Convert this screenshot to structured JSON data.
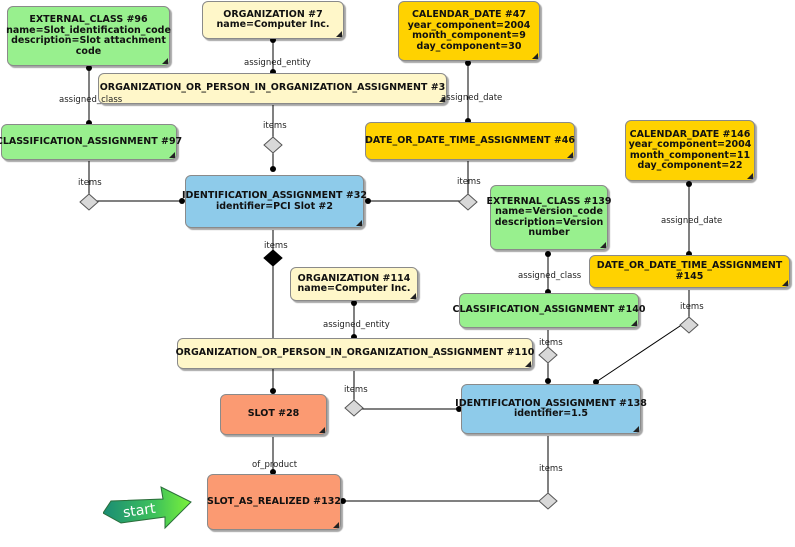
{
  "nodes": {
    "n1": {
      "lines": [
        "EXTERNAL_CLASS #96",
        "name=Slot_identification_code",
        "description=Slot attachment",
        "code"
      ],
      "color": "#98f08e"
    },
    "n2": {
      "lines": [
        "ORGANIZATION #7",
        "name=Computer Inc."
      ],
      "color": "#fff7c9"
    },
    "n3": {
      "lines": [
        "CALENDAR_DATE #47",
        "year_component=2004",
        "month_component=9",
        "day_component=30"
      ],
      "color": "#ffd200"
    },
    "n4": {
      "lines": [
        "ORGANIZATION_OR_PERSON_IN_ORGANIZATION_ASSIGNMENT #3"
      ],
      "color": "#fff7c9"
    },
    "n5": {
      "lines": [
        "CLASSIFICATION_ASSIGNMENT #97"
      ],
      "color": "#98f08e"
    },
    "n6": {
      "lines": [
        "DATE_OR_DATE_TIME_ASSIGNMENT #46"
      ],
      "color": "#ffd200"
    },
    "n7": {
      "lines": [
        "CALENDAR_DATE #146",
        "year_component=2004",
        "month_component=11",
        "day_component=22"
      ],
      "color": "#ffd200"
    },
    "n8": {
      "lines": [
        "IDENTIFICATION_ASSIGNMENT #32",
        "identifier=PCI Slot #2"
      ],
      "color": "#8ecbea"
    },
    "n9": {
      "lines": [
        "EXTERNAL_CLASS #139",
        "name=Version_code",
        "description=Version",
        "number"
      ],
      "color": "#98f08e"
    },
    "n10": {
      "lines": [
        "ORGANIZATION #114",
        "name=Computer Inc."
      ],
      "color": "#fff7c9"
    },
    "n11": {
      "lines": [
        "DATE_OR_DATE_TIME_ASSIGNMENT",
        "#145"
      ],
      "color": "#ffd200"
    },
    "n12": {
      "lines": [
        "CLASSIFICATION_ASSIGNMENT #140"
      ],
      "color": "#98f08e"
    },
    "n13": {
      "lines": [
        "ORGANIZATION_OR_PERSON_IN_ORGANIZATION_ASSIGNMENT #110"
      ],
      "color": "#fff7c9"
    },
    "n14": {
      "lines": [
        "SLOT #28"
      ],
      "color": "#fb9a72"
    },
    "n15": {
      "lines": [
        "IDENTIFICATION_ASSIGNMENT #138",
        "identifier=1.5"
      ],
      "color": "#8ecbea"
    },
    "n16": {
      "lines": [
        "SLOT_AS_REALIZED #132"
      ],
      "color": "#fb9a72"
    }
  },
  "edge_labels": {
    "e1": "assigned_class",
    "e2": "assigned_entity",
    "e3": "assigned_date",
    "e4": "items",
    "e5": "items",
    "e6": "items",
    "e7": "assigned_date",
    "e8": "items",
    "e9": "assigned_class",
    "e10": "assigned_entity",
    "e11": "items",
    "e12": "items",
    "e13": "items",
    "e14": "of_product",
    "e15": "items"
  },
  "start_label": "start"
}
